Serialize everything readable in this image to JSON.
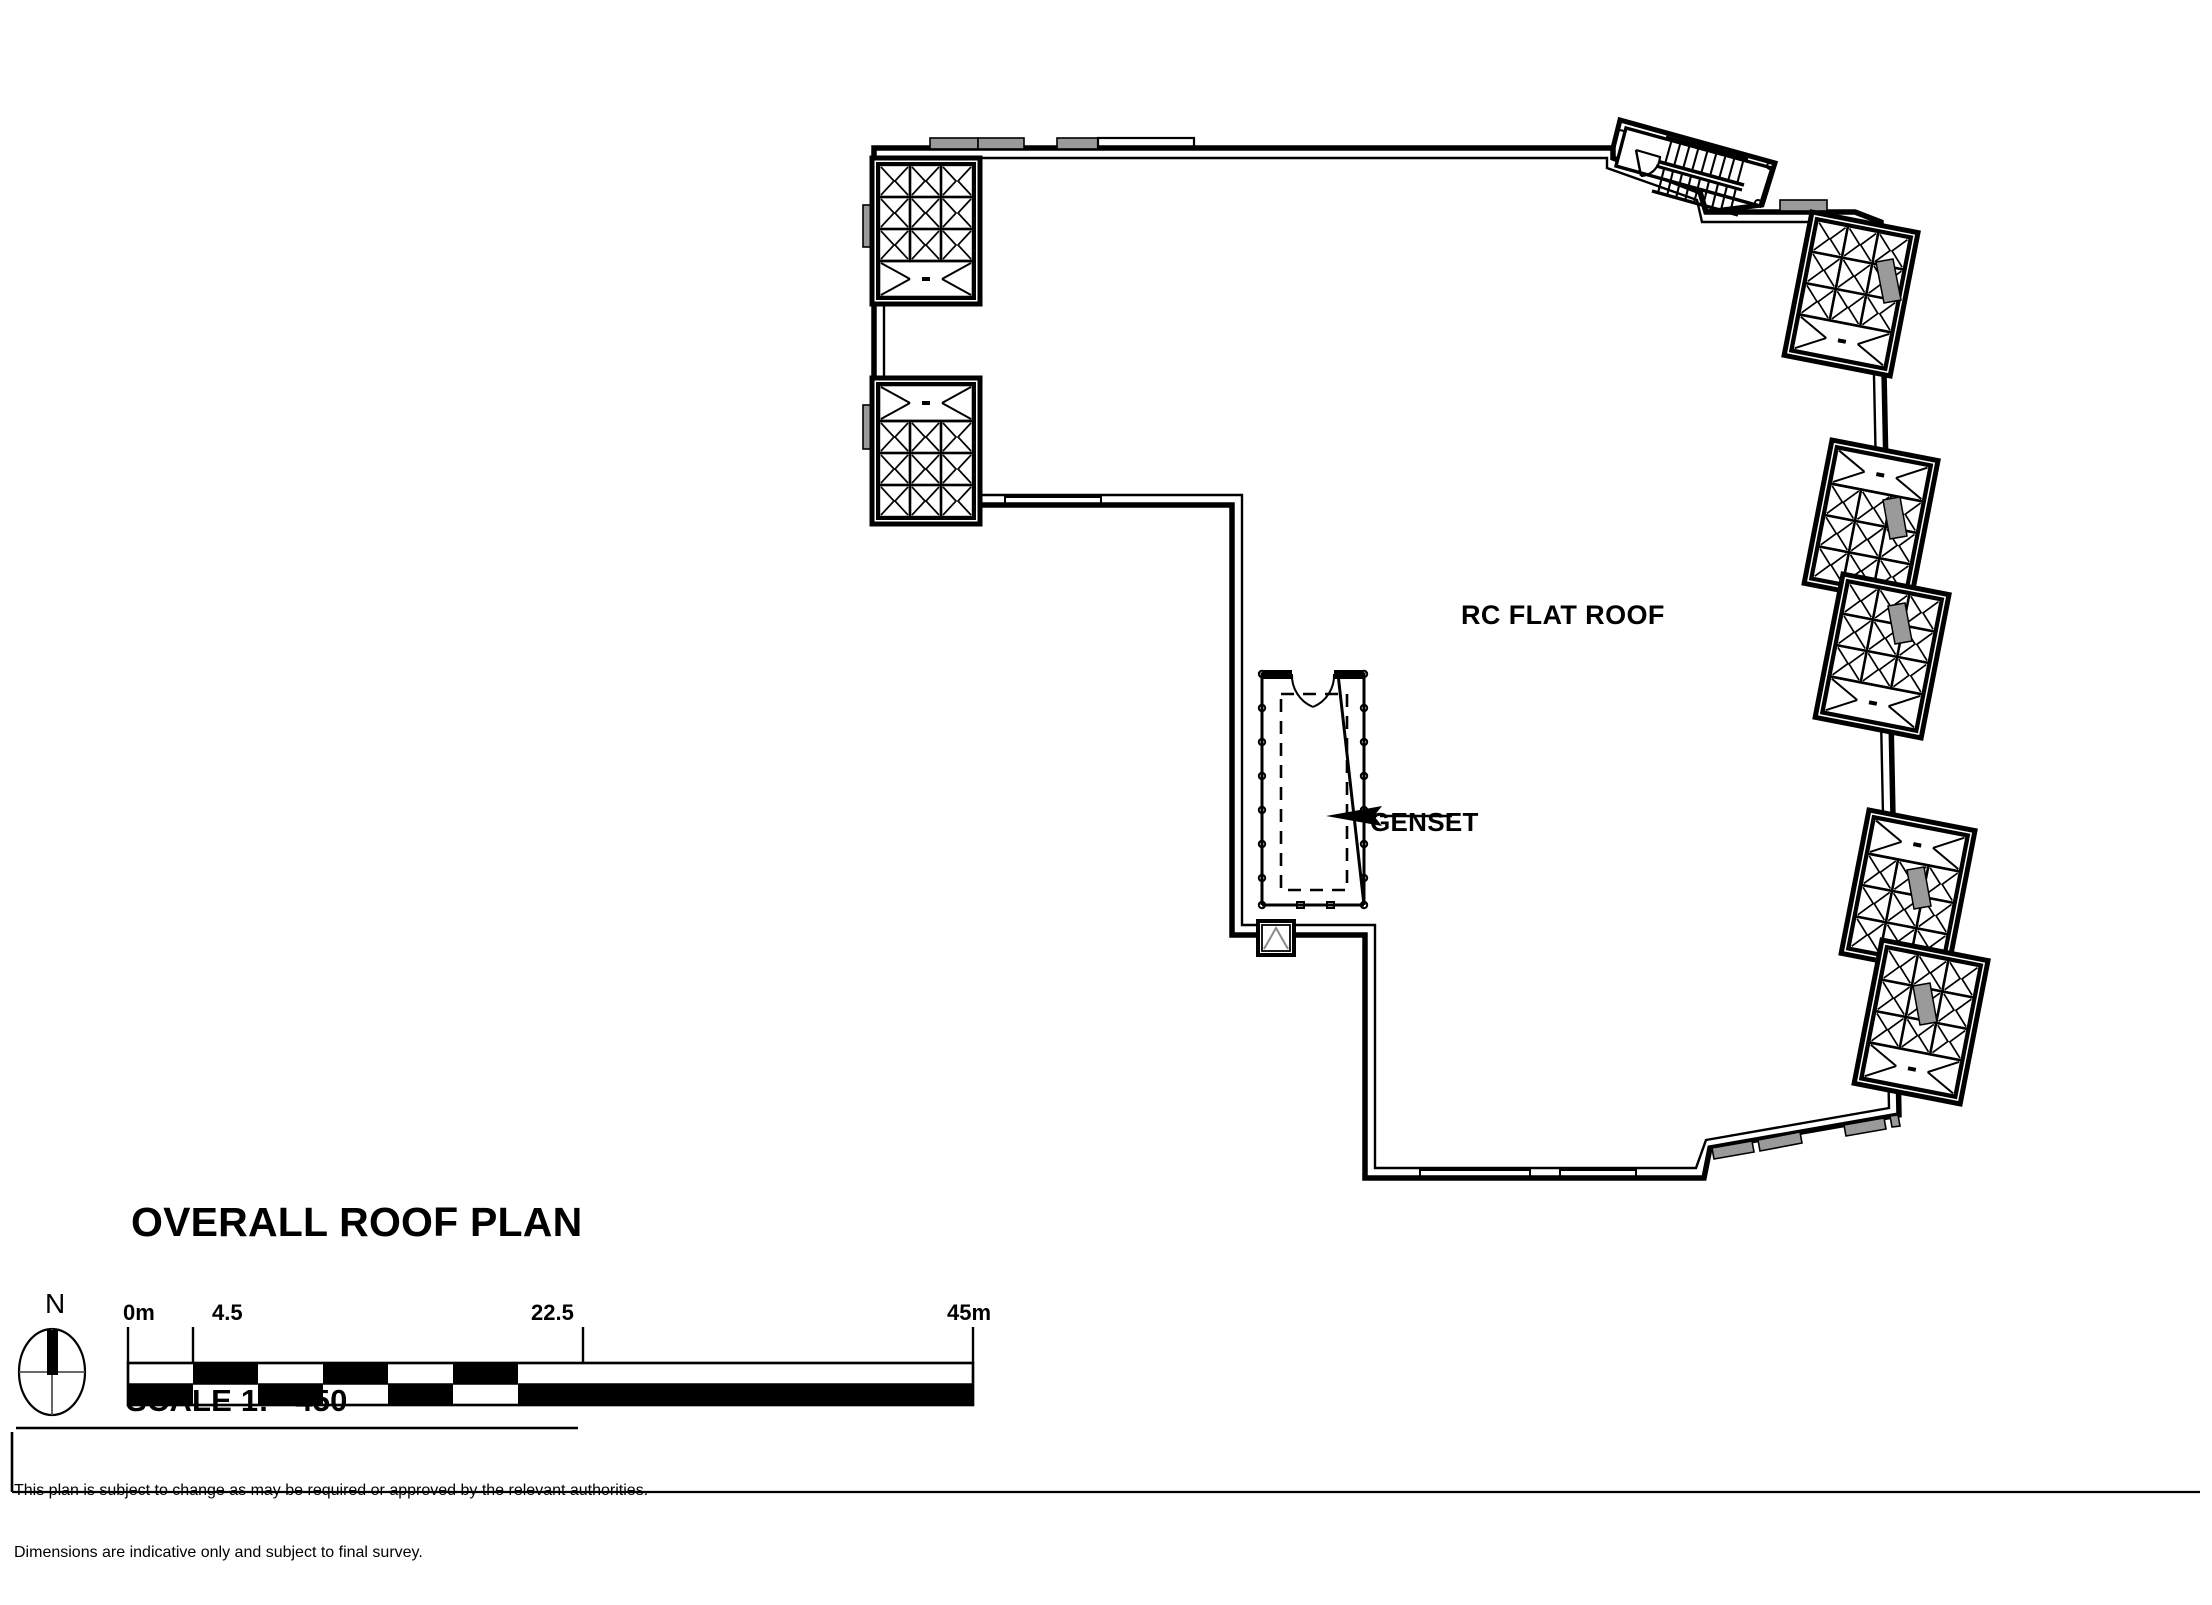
{
  "sheet": {
    "title": "OVERALL ROOF PLAN",
    "background_color": "#ffffff",
    "line_color": "#000000",
    "parapet_marker_color": "#9a9a9a"
  },
  "plan_labels": {
    "roof_type": "RC FLAT ROOF",
    "genset": "GENSET"
  },
  "compass": {
    "north_letter": "N"
  },
  "scale_bar": {
    "ticks": [
      "0m",
      "4.5",
      "22.5",
      "45m"
    ],
    "scale_text": "SCALE 1:   450",
    "segment_length_m": 4.5,
    "total_length_m": 45
  },
  "disclaimer": {
    "line1": "This plan is subject to change as may be required or approved by the relevant authorities.",
    "line2": "Dimensions are indicative only and subject to final survey."
  },
  "plan_content": {
    "roof_equipment_units": 7,
    "stair_cores": 1,
    "genset_enclosures": 1,
    "roof_hatches": 1
  }
}
